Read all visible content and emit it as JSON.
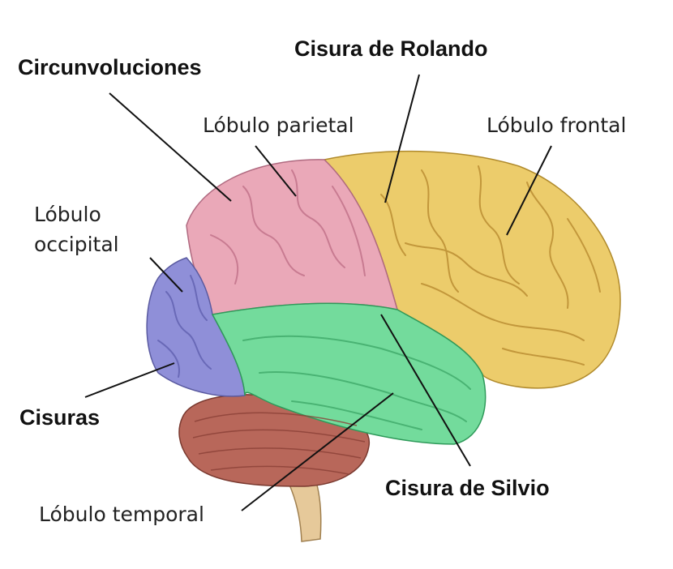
{
  "labels": {
    "circunvoluciones": "Circunvoluciones",
    "cisura_rolando": "Cisura de Rolando",
    "lobulo_parietal": "Lóbulo parietal",
    "lobulo_frontal": "Lóbulo frontal",
    "lobulo_occipital_1": "Lóbulo",
    "lobulo_occipital_2": "occipital",
    "cisuras": "Cisuras",
    "cisura_silvio": "Cisura de Silvio",
    "lobulo_temporal": "Lóbulo temporal"
  },
  "colors": {
    "frontal": "#eccc6b",
    "parietal": "#eaa8b8",
    "occipital": "#8f8fd8",
    "temporal": "#73db9c",
    "cerebellum": "#b8675a",
    "brainstem": "#e6c99a"
  }
}
